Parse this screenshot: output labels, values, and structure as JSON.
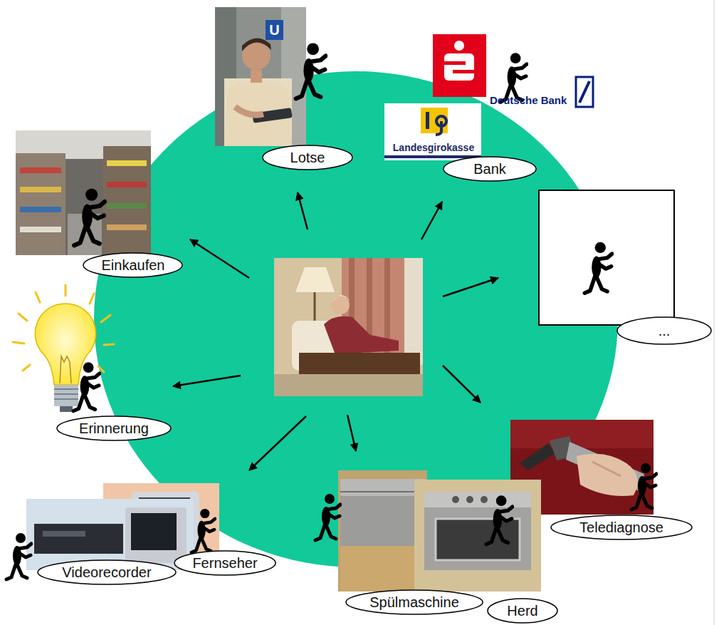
{
  "diagram": {
    "nodes": [
      {
        "text": [
          "Lotse"
        ]
      },
      {
        "text": [
          "Bank"
        ]
      },
      {
        "text": [
          "Einkaufen"
        ]
      },
      {
        "text": [
          "..."
        ]
      },
      {
        "text": [
          "Erinnerung"
        ]
      },
      {
        "text": [
          "Telediagnose"
        ]
      },
      {
        "text": [
          "Videorecorder"
        ]
      },
      {
        "text": [
          "Fernseher"
        ]
      },
      {
        "text": [
          "Spülmaschine"
        ]
      },
      {
        "text": [
          "Herd"
        ]
      }
    ],
    "labels": [
      "U",
      "Deutsche Bank",
      "Landesgirokasse"
    ]
  }
}
